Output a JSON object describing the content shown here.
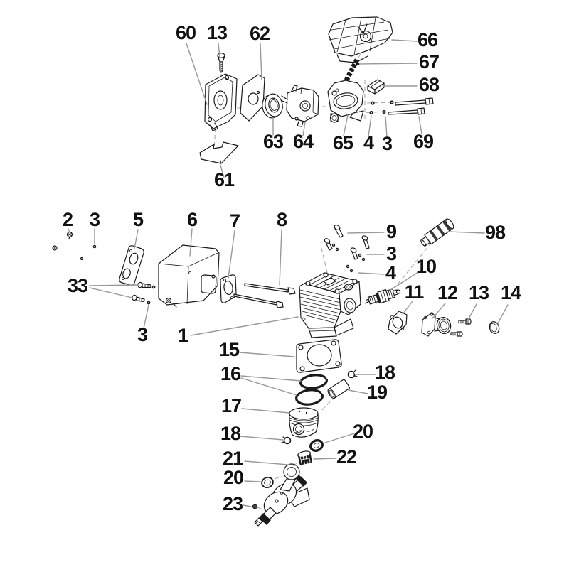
{
  "colors": {
    "line": "#1a1a1a",
    "leader": "#999999",
    "dashed_axis": "#aaaaaa",
    "text": "#111111",
    "background": "#ffffff"
  },
  "diagram": {
    "type": "exploded-parts-diagram",
    "part_labels": [
      {
        "text": "60"
      },
      {
        "text": "13"
      },
      {
        "text": "62"
      },
      {
        "text": "66"
      },
      {
        "text": "67"
      },
      {
        "text": "68"
      },
      {
        "text": "63"
      },
      {
        "text": "64"
      },
      {
        "text": "65"
      },
      {
        "text": "4"
      },
      {
        "text": "3"
      },
      {
        "text": "69"
      },
      {
        "text": "61"
      },
      {
        "text": "2"
      },
      {
        "text": "3"
      },
      {
        "text": "5"
      },
      {
        "text": "6"
      },
      {
        "text": "7"
      },
      {
        "text": "8"
      },
      {
        "text": "9"
      },
      {
        "text": "3"
      },
      {
        "text": "4"
      },
      {
        "text": "98"
      },
      {
        "text": "10"
      },
      {
        "text": "11"
      },
      {
        "text": "12"
      },
      {
        "text": "13"
      },
      {
        "text": "14"
      },
      {
        "text": "33"
      },
      {
        "text": "3"
      },
      {
        "text": "1"
      },
      {
        "text": "15"
      },
      {
        "text": "16"
      },
      {
        "text": "18"
      },
      {
        "text": "19"
      },
      {
        "text": "17"
      },
      {
        "text": "18"
      },
      {
        "text": "20"
      },
      {
        "text": "21"
      },
      {
        "text": "22"
      },
      {
        "text": "20"
      },
      {
        "text": "23"
      }
    ]
  }
}
